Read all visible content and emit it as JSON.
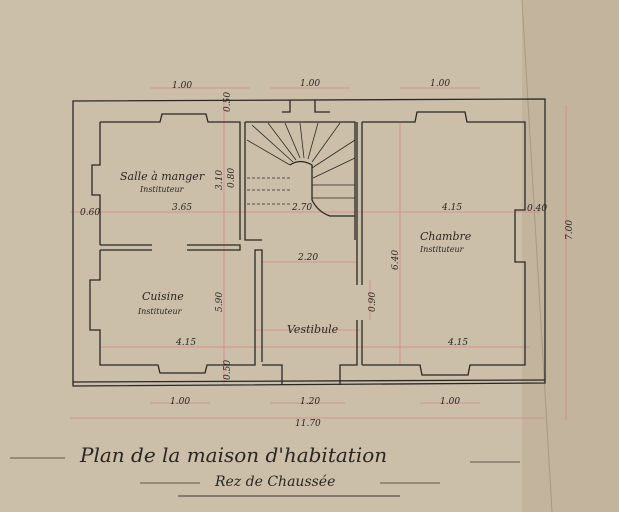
{
  "drawing": {
    "title": "Plan de la maison d'habitation",
    "subtitle": "Rez de Chaussée",
    "rooms": [
      {
        "name": "Salle à manger",
        "occupant": "Instituteur"
      },
      {
        "name": "Cuisine",
        "occupant": "Instituteur"
      },
      {
        "name": "Vestibule"
      },
      {
        "name": "Chambre",
        "occupant": "Instituteur"
      }
    ],
    "dimensions": {
      "top_window_left": "1.00",
      "top_window_center": "1.00",
      "top_window_right": "1.00",
      "wall_top": "0.50",
      "stair_height": "3.10",
      "stair_sub": "0.80",
      "wall_left": "0.60",
      "dining_width": "3.65",
      "stair_width": "2.70",
      "bedroom_width_top": "4.15",
      "wall_right": "0.40",
      "bedroom_depth": "6.40",
      "vestibule_width": "2.20",
      "vestibule_door": "0.90",
      "kitchen_depth": "5.90",
      "kitchen_width": "4.15",
      "bedroom_width_bottom": "4.15",
      "wall_bottom": "0.50",
      "bottom_window_left": "1.00",
      "entrance": "1.20",
      "bottom_window_right": "1.00",
      "total_width": "11.70",
      "total_depth": "7.00"
    }
  }
}
